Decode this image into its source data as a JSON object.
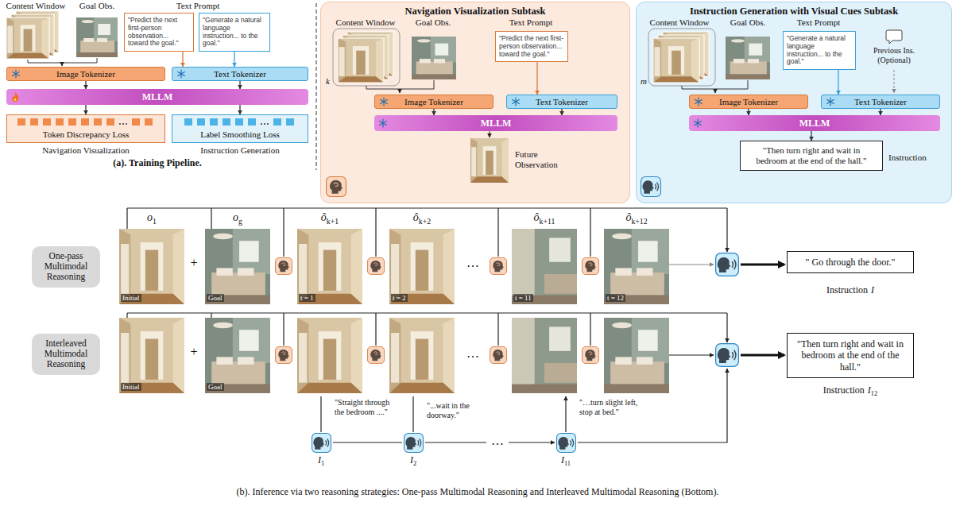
{
  "diagram": {
    "caption": "(b). Inference via two reasoning strategies: One-pass Multimodal Reasoning and Interleaved Multimodal Reasoning (Bottom).",
    "nodes": [
      {
        "text": [
          "\"Predict the next first-person observation... toward the goal.\""
        ]
      },
      {
        "text": [
          "\"Generate a natural language instruction... to the goal.\""
        ]
      },
      {
        "text": [
          "Image Tokenizer"
        ]
      },
      {
        "text": [
          "Text Tokenizer"
        ]
      },
      {
        "text": [
          "MLLM"
        ]
      },
      {
        "text": [
          "Token Discrepancy Loss"
        ]
      },
      {
        "text": [
          "Label Smoothing Loss"
        ]
      },
      {
        "text": [
          "Navigation Visualization Subtask"
        ]
      },
      {
        "text": [
          "\"Predict the next first-person observation... toward the goal.\""
        ],
        "in": 7
      },
      {
        "text": [
          "Image Tokenizer"
        ],
        "in": 7
      },
      {
        "text": [
          "Text Tokenizer"
        ],
        "in": 7
      },
      {
        "text": [
          "MLLM"
        ],
        "in": 7
      },
      {
        "text": [
          "Instruction Generation with Visual Cues Subtask"
        ]
      },
      {
        "text": [
          "\"Generate a natural language instruction... to the goal.\""
        ],
        "in": 12
      },
      {
        "text": [
          "Image Tokenizer"
        ],
        "in": 12
      },
      {
        "text": [
          "Text Tokenizer"
        ],
        "in": 12
      },
      {
        "text": [
          "MLLM"
        ],
        "in": 12
      },
      {
        "text": [
          "\"Then turn right and wait in bedroom at the end of the hall.\""
        ],
        "in": 12
      },
      {
        "text": [
          "One-pass Multimodal Reasoning"
        ]
      },
      {
        "text": [
          "Interleaved Multimodal Reasoning"
        ]
      },
      {
        "text": [
          "\" Go through the door.\""
        ]
      },
      {
        "text": [
          "\"Then turn right and wait in bedroom at the end of the hall.\""
        ]
      }
    ],
    "edges": [
      {
        "from": 0,
        "to": 3,
        "arrow": "to"
      },
      {
        "from": 1,
        "to": 3,
        "arrow": "to"
      },
      {
        "from": 2,
        "to": 4,
        "arrow": "to"
      },
      {
        "from": 3,
        "to": 4,
        "arrow": "to"
      },
      {
        "from": 4,
        "to": 5,
        "arrow": "to"
      },
      {
        "from": 4,
        "to": 6,
        "arrow": "to"
      },
      {
        "from": 8,
        "to": 10,
        "arrow": "to"
      },
      {
        "from": 9,
        "to": 11,
        "arrow": "to"
      },
      {
        "from": 10,
        "to": 11,
        "arrow": "to"
      },
      {
        "from": 13,
        "to": 15,
        "arrow": "to"
      },
      {
        "from": 14,
        "to": 16,
        "arrow": "to"
      },
      {
        "from": 15,
        "to": 16,
        "arrow": "to"
      },
      {
        "from": 16,
        "to": 17,
        "arrow": "to"
      }
    ],
    "labels": [
      "Content Window",
      "Goal Obs.",
      "Text Prompt",
      "Navigation Visualization",
      "Instruction Generation",
      "(a). Training Pipeline.",
      "Content Window",
      "Goal Obs.",
      "Text Prompt",
      "k",
      "Future Observation",
      "Content Window",
      "Goal Obs.",
      "Text Prompt",
      "Previous Ins. (Optional)",
      "m",
      "Instruction",
      "o",
      "1",
      "Initial",
      "+",
      "o",
      "g",
      "Goal",
      "ô",
      "k+1",
      "t = 1",
      "ô",
      "k+2",
      "t = 2",
      "…",
      "ô",
      "k+11",
      "t = 11",
      "ô",
      "k+12",
      "t = 12",
      "Instruction",
      "I",
      "Initial",
      "+",
      "Goal",
      "…",
      "\"Straight through the bedroom ....\"",
      "I",
      "1",
      "\"...wait in the doorway.\"",
      "I",
      "2",
      "…",
      "\"…turn slight left, stop at bed.\"",
      "I",
      "11",
      "Instruction",
      "I",
      "12"
    ]
  }
}
